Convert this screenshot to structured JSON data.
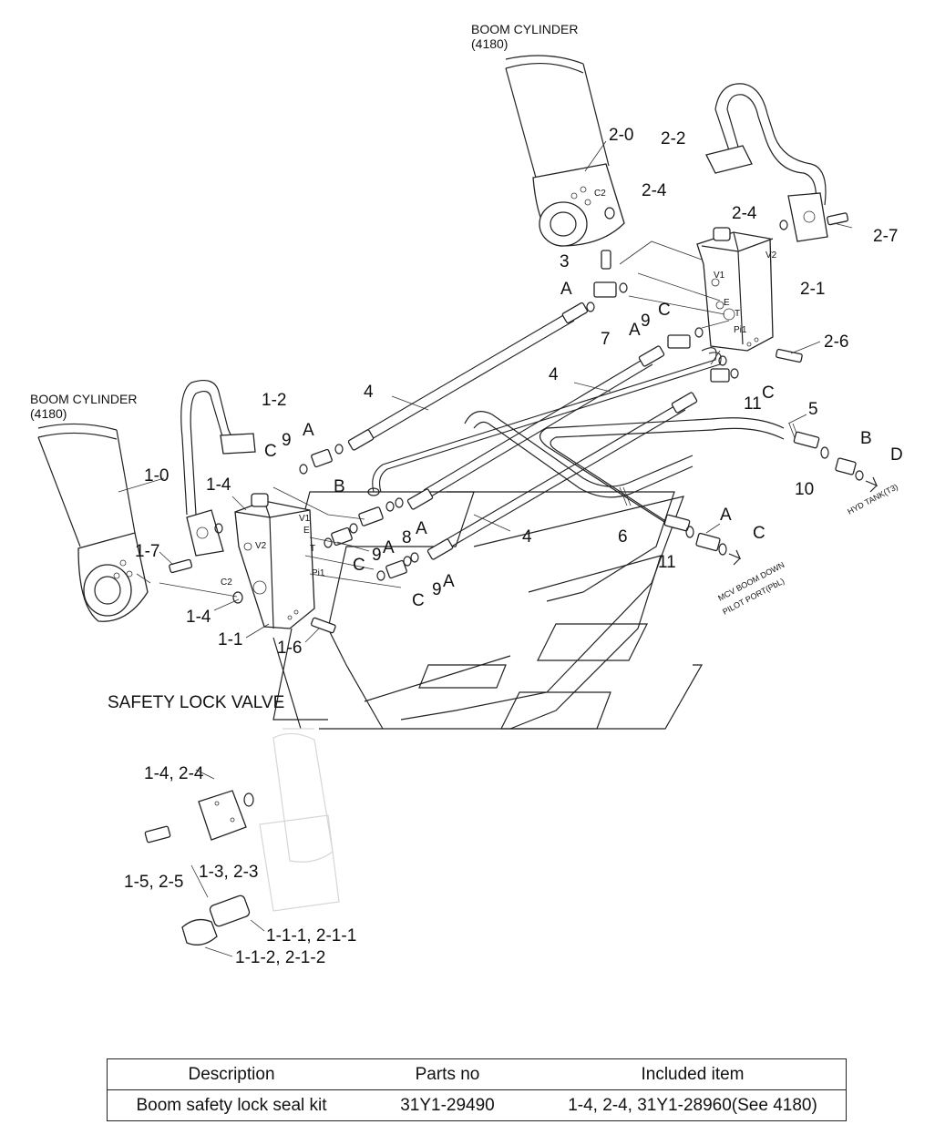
{
  "cylinders": {
    "top": {
      "title": "BOOM CYLINDER",
      "ref": "(4180)"
    },
    "left": {
      "title": "BOOM CYLINDER",
      "ref": "(4180)"
    }
  },
  "callouts": [
    "2-0",
    "2-2",
    "2-4",
    "2-4",
    "2-7",
    "2-1",
    "2-6",
    "3",
    "A",
    "9",
    "C",
    "7",
    "A",
    "4",
    "4",
    "11",
    "C",
    "5",
    "B",
    "D",
    "10",
    "1-2",
    "A",
    "9",
    "C",
    "B",
    "1-4",
    "1-0",
    "8",
    "A",
    "A",
    "9",
    "C",
    "C",
    "9",
    "A",
    "4",
    "6",
    "A",
    "C",
    "11",
    "1-7",
    "1-4",
    "1-1",
    "1-6"
  ],
  "port_labels": {
    "right_valve": [
      "V1",
      "V2",
      "E",
      "T",
      "Pi1",
      "C2"
    ],
    "left_valve": [
      "V1",
      "E",
      "T",
      "V2",
      "Pi1",
      "C2"
    ]
  },
  "notes": {
    "hyd_tank": "HYD TANK(T3)",
    "mcv_line1": "MCV BOOM DOWN",
    "mcv_line2": "PILOT PORT(PbL)"
  },
  "section_title": "SAFETY LOCK VALVE",
  "detail_callouts": [
    "1-4, 2-4",
    "1-5, 2-5",
    "1-3, 2-3",
    "1-1-1, 2-1-1",
    "1-1-2, 2-1-2"
  ],
  "table": {
    "headers": [
      "Description",
      "Parts no",
      "Included item"
    ],
    "rows": [
      [
        "Boom safety lock seal kit",
        "31Y1-29490",
        "1-4, 2-4, 31Y1-28960(See 4180)"
      ]
    ]
  }
}
